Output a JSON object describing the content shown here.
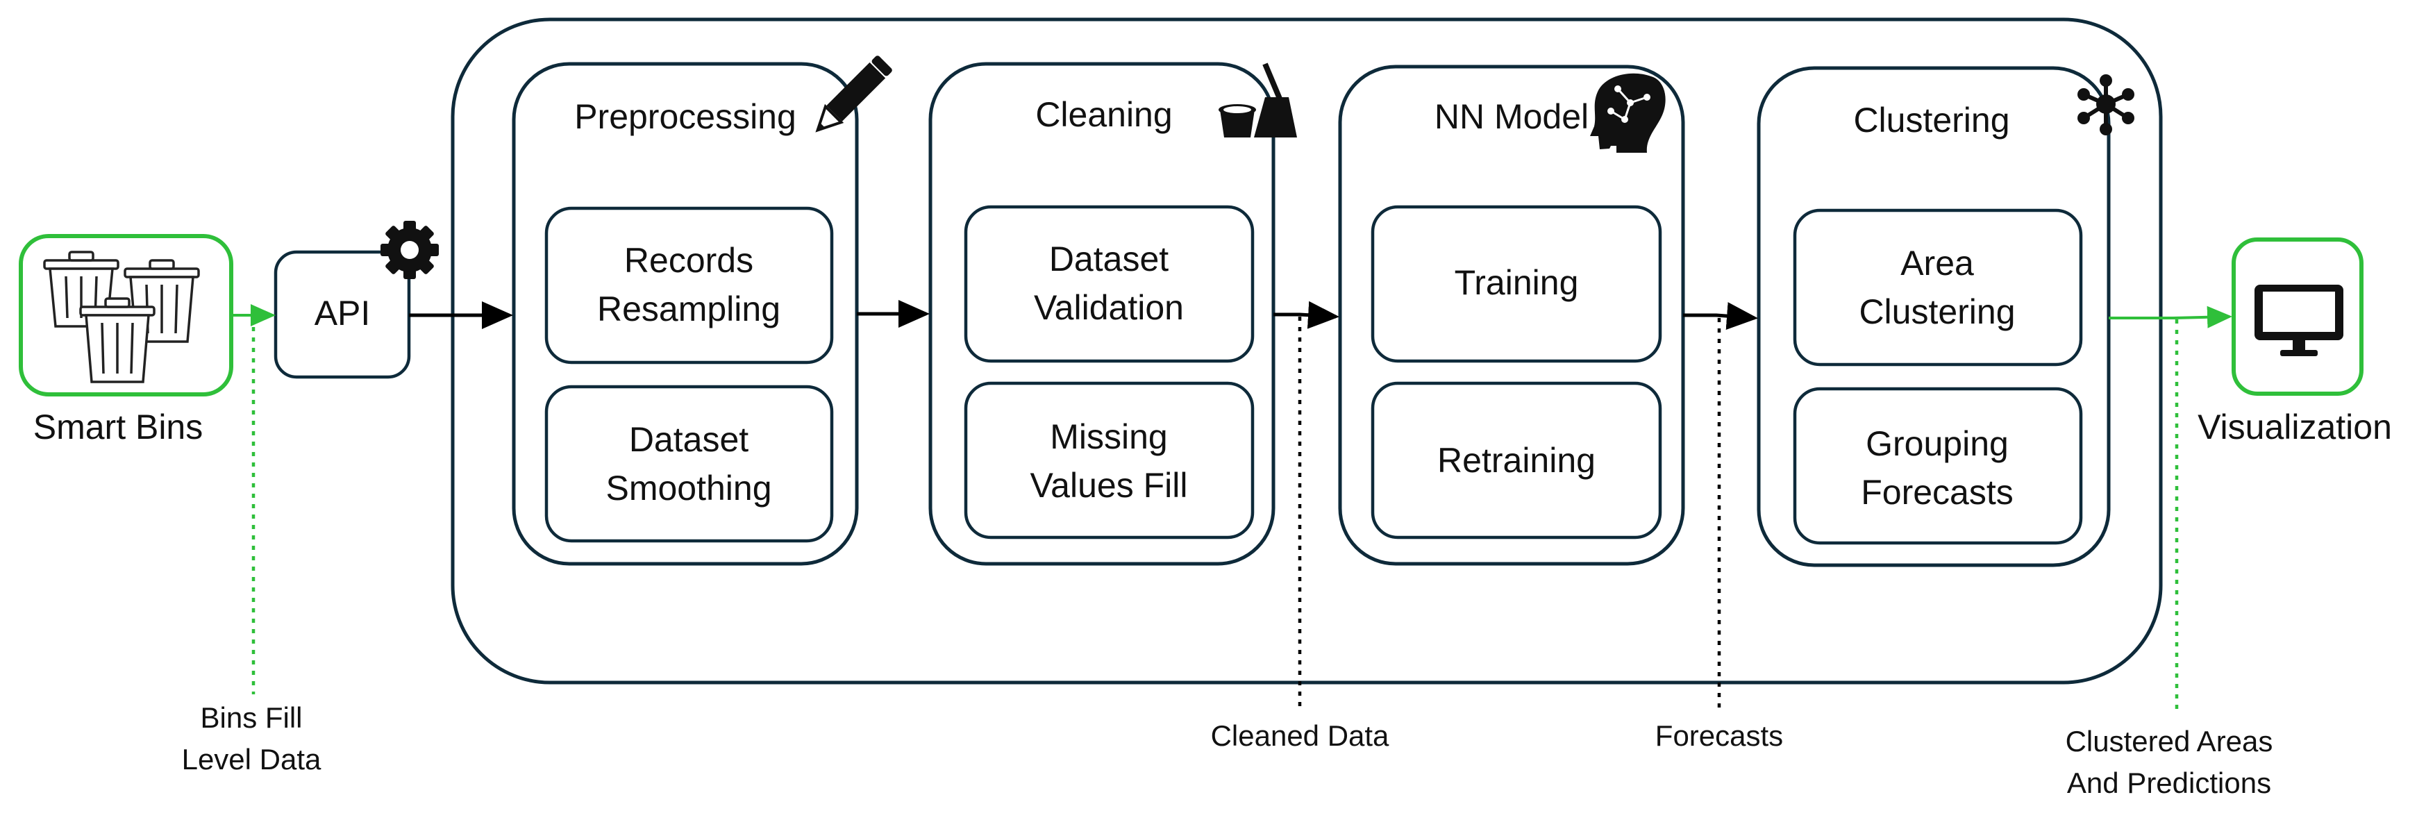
{
  "source": {
    "label": "Smart Bins",
    "icon": "trash-bins-icon"
  },
  "api": {
    "label": "API",
    "icon": "gear-icon"
  },
  "stages": [
    {
      "title": "Preprocessing",
      "icon": "pencil-icon",
      "steps": [
        [
          "Records",
          "Resampling"
        ],
        [
          "Dataset",
          "Smoothing"
        ]
      ]
    },
    {
      "title": "Cleaning",
      "icon": "broom-bucket-icon",
      "steps": [
        [
          "Dataset",
          "Validation"
        ],
        [
          "Missing",
          "Values Fill"
        ]
      ]
    },
    {
      "title": "NN Model",
      "icon": "ai-head-icon",
      "steps": [
        [
          "Training"
        ],
        [
          "Retraining"
        ]
      ]
    },
    {
      "title": "Clustering",
      "icon": "network-icon",
      "steps": [
        [
          "Area",
          "Clustering"
        ],
        [
          "Grouping",
          "Forecasts"
        ]
      ]
    }
  ],
  "output": {
    "label": "Visualization",
    "icon": "monitor-icon"
  },
  "annotations": {
    "bins_fill": [
      "Bins Fill",
      "Level Data"
    ],
    "cleaned": [
      "Cleaned Data"
    ],
    "forecasts": [
      "Forecasts"
    ],
    "clustered": [
      "Clustered Areas",
      "And Predictions"
    ]
  },
  "colors": {
    "outline": "#0e2a3a",
    "accent": "#2fbf3a",
    "arrow": "#000000"
  }
}
